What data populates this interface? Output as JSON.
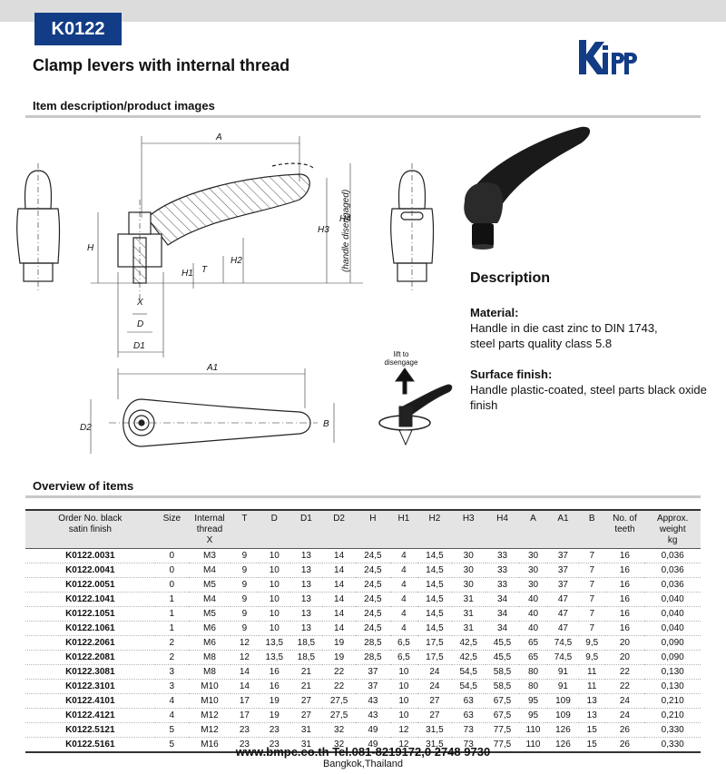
{
  "header": {
    "code": "K0122",
    "title": "Clamp levers with internal thread",
    "logo_text": "Kipp",
    "brand_color": "#123c86"
  },
  "sections": {
    "images_title": "Item description/product images",
    "overview_title": "Overview of items"
  },
  "drawing_labels": {
    "A": "A",
    "A1": "A1",
    "H": "H",
    "H1": "H1",
    "H2": "H2",
    "H3": "H3",
    "H4": "H4",
    "H4_note": "(handle disengaged)",
    "T": "T",
    "X": "X",
    "D": "D",
    "D1": "D1",
    "D2": "D2",
    "B": "B",
    "lift_label_1": "lift to",
    "lift_label_2": "disengage"
  },
  "description": {
    "title": "Description",
    "material_label": "Material:",
    "material_line1": "Handle in die cast zinc to DIN 1743,",
    "material_line2": "steel parts quality class 5.8",
    "surface_label": "Surface finish:",
    "surface_line1": "Handle plastic-coated, steel parts black oxide finish"
  },
  "table": {
    "headers": [
      [
        "Order No. black",
        "satin finish",
        ""
      ],
      [
        "Size",
        "",
        ""
      ],
      [
        "Internal",
        "thread",
        "X"
      ],
      [
        "T",
        "",
        ""
      ],
      [
        "D",
        "",
        ""
      ],
      [
        "D1",
        "",
        ""
      ],
      [
        "D2",
        "",
        ""
      ],
      [
        "H",
        "",
        ""
      ],
      [
        "H1",
        "",
        ""
      ],
      [
        "H2",
        "",
        ""
      ],
      [
        "H3",
        "",
        ""
      ],
      [
        "H4",
        "",
        ""
      ],
      [
        "A",
        "",
        ""
      ],
      [
        "A1",
        "",
        ""
      ],
      [
        "B",
        "",
        ""
      ],
      [
        "No. of",
        "teeth",
        ""
      ],
      [
        "Approx.",
        "weight",
        "kg"
      ]
    ],
    "rows": [
      [
        "K0122.0031",
        "0",
        "M3",
        "9",
        "10",
        "13",
        "14",
        "24,5",
        "4",
        "14,5",
        "30",
        "33",
        "30",
        "37",
        "7",
        "16",
        "0,036"
      ],
      [
        "K0122.0041",
        "0",
        "M4",
        "9",
        "10",
        "13",
        "14",
        "24,5",
        "4",
        "14,5",
        "30",
        "33",
        "30",
        "37",
        "7",
        "16",
        "0,036"
      ],
      [
        "K0122.0051",
        "0",
        "M5",
        "9",
        "10",
        "13",
        "14",
        "24,5",
        "4",
        "14,5",
        "30",
        "33",
        "30",
        "37",
        "7",
        "16",
        "0,036"
      ],
      [
        "K0122.1041",
        "1",
        "M4",
        "9",
        "10",
        "13",
        "14",
        "24,5",
        "4",
        "14,5",
        "31",
        "34",
        "40",
        "47",
        "7",
        "16",
        "0,040"
      ],
      [
        "K0122.1051",
        "1",
        "M5",
        "9",
        "10",
        "13",
        "14",
        "24,5",
        "4",
        "14,5",
        "31",
        "34",
        "40",
        "47",
        "7",
        "16",
        "0,040"
      ],
      [
        "K0122.1061",
        "1",
        "M6",
        "9",
        "10",
        "13",
        "14",
        "24,5",
        "4",
        "14,5",
        "31",
        "34",
        "40",
        "47",
        "7",
        "16",
        "0,040"
      ],
      [
        "K0122.2061",
        "2",
        "M6",
        "12",
        "13,5",
        "18,5",
        "19",
        "28,5",
        "6,5",
        "17,5",
        "42,5",
        "45,5",
        "65",
        "74,5",
        "9,5",
        "20",
        "0,090"
      ],
      [
        "K0122.2081",
        "2",
        "M8",
        "12",
        "13,5",
        "18,5",
        "19",
        "28,5",
        "6,5",
        "17,5",
        "42,5",
        "45,5",
        "65",
        "74,5",
        "9,5",
        "20",
        "0,090"
      ],
      [
        "K0122.3081",
        "3",
        "M8",
        "14",
        "16",
        "21",
        "22",
        "37",
        "10",
        "24",
        "54,5",
        "58,5",
        "80",
        "91",
        "11",
        "22",
        "0,130"
      ],
      [
        "K0122.3101",
        "3",
        "M10",
        "14",
        "16",
        "21",
        "22",
        "37",
        "10",
        "24",
        "54,5",
        "58,5",
        "80",
        "91",
        "11",
        "22",
        "0,130"
      ],
      [
        "K0122.4101",
        "4",
        "M10",
        "17",
        "19",
        "27",
        "27,5",
        "43",
        "10",
        "27",
        "63",
        "67,5",
        "95",
        "109",
        "13",
        "24",
        "0,210"
      ],
      [
        "K0122.4121",
        "4",
        "M12",
        "17",
        "19",
        "27",
        "27,5",
        "43",
        "10",
        "27",
        "63",
        "67,5",
        "95",
        "109",
        "13",
        "24",
        "0,210"
      ],
      [
        "K0122.5121",
        "5",
        "M12",
        "23",
        "23",
        "31",
        "32",
        "49",
        "12",
        "31,5",
        "73",
        "77,5",
        "110",
        "126",
        "15",
        "26",
        "0,330"
      ],
      [
        "K0122.5161",
        "5",
        "M16",
        "23",
        "23",
        "31",
        "32",
        "49",
        "12",
        "31,5",
        "73",
        "77,5",
        "110",
        "126",
        "15",
        "26",
        "0,330"
      ]
    ]
  },
  "footer": {
    "line1": "www.bmpc.co.th Tel.081-8219172,0 2748 9730",
    "line2": "Bangkok,Thailand"
  }
}
